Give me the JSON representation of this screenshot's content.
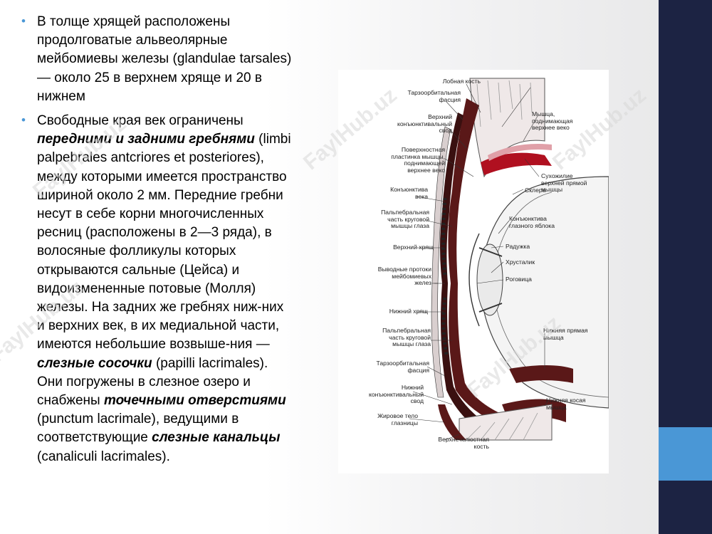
{
  "watermark": "FaylHub.uz",
  "colors": {
    "sidebar": "#1c2343",
    "accent": "#4a97d6",
    "muscle": "#b01020",
    "tissue": "#5a1818"
  },
  "bullets": [
    {
      "text": "В толще хрящей расположены продолговатые альвеолярные мейбомиевы железы (glandulae tarsales) — около 25 в верхнем хряще и 20 в нижнем"
    },
    {
      "t1": "Свободные края век ограничены ",
      "b1": "передними и задними гребнями",
      "t2": " (limbi palpebrales antcriores et posteriores), между которыми имеется пространство шириной около 2 мм. Передние гребни несут в себе корни многочисленных ресниц (расположены в 2—3 ряда), в волосяные фолликулы которых открываются сальные (Цейса) и видоизмененные потовые (Молля) железы. На задних же гребнях ниж-них и верхних век, в их медиальной части, имеются небольшие возвыше-ния — ",
      "b2": "слезные сосочки",
      "t3": " (papilli lacrimales). Они погружены в слезное озеро и снабжены ",
      "b3": "точечными отверстиями",
      "t4": " (punctum lacrimale), ведущими в соответствующие ",
      "b4": "слезные канальцы",
      "t5": " (canaliculi lacrimales)."
    }
  ],
  "figure_labels": {
    "frontal_bone": "Лобная кость",
    "tarsoorbital_fascia": "Тарзоорбитальная фасция",
    "upper_conj_fornix": "Верхний конъюнктивальный свод",
    "superficial_plate": "Поверхностная пластинка мышцы, поднимающей верхнее веко",
    "eyelid_conj": "Конъюнктива века",
    "palpebral_orbicularis": "Пальпебральная часть круговой мышцы глаза",
    "upper_tarsus": "Верхний хрящ",
    "meibomian_ducts": "Выводные протоки мейбомиевых желез",
    "lower_tarsus": "Нижний хрящ",
    "palpebral_orbicularis_2": "Пальпебральная часть круговой мышцы глаза",
    "tarsoorbital_fascia_2": "Тарзоорбитальная фасция",
    "lower_conj_fornix": "Нижний конъюнктивальный свод",
    "orbital_fat": "Жировое тело глазницы",
    "upper_jaw_bone": "Верхнечелюстная кость",
    "levator_muscle": "Мышца, поднимающая верхнее веко",
    "sup_rectus_tendon": "Сухожилие верхней прямой мышцы",
    "sclera": "Склера",
    "bulbar_conj": "Конъюнктива глазного яблока",
    "iris": "Радужка",
    "lens": "Хрусталик",
    "cornea": "Роговица",
    "inf_rectus": "Нижняя прямая мышца",
    "inf_oblique": "Нижняя косая мышца"
  }
}
